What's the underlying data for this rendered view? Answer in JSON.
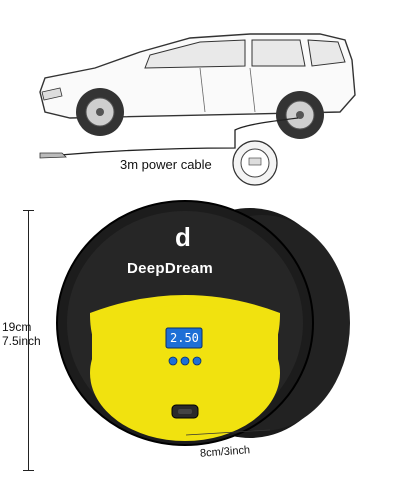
{
  "cable": {
    "label": "3m power cable"
  },
  "dimensions": {
    "height_cm": "19cm",
    "height_in": "7.5inch",
    "depth": "8cm/3inch"
  },
  "device": {
    "brand": "DeepDream",
    "logo_letter": "d",
    "display_value": "2.50",
    "colors": {
      "body": "#1a1a1a",
      "face": "#f1e20f",
      "display": "#1d6fd6"
    }
  }
}
